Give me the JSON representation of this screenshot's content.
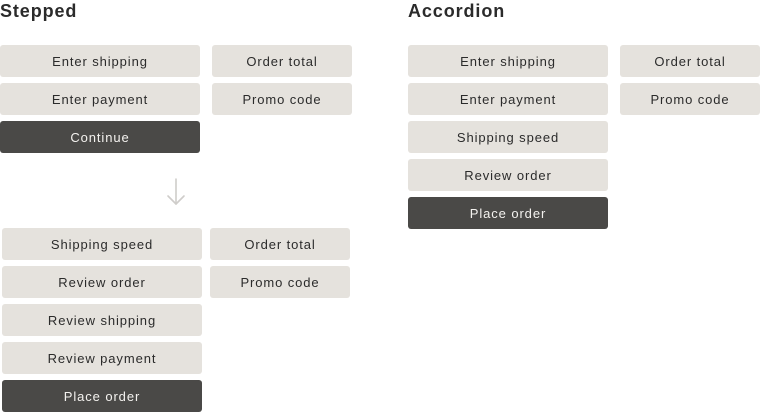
{
  "stepped": {
    "title": "Stepped",
    "step1": {
      "main": [
        "Enter shipping",
        "Enter payment"
      ],
      "cta": "Continue",
      "side": [
        "Order total",
        "Promo code"
      ]
    },
    "step2": {
      "main": [
        "Shipping speed",
        "Review order",
        "Review shipping",
        "Review payment"
      ],
      "cta": "Place order",
      "side": [
        "Order total",
        "Promo code"
      ]
    }
  },
  "accordion": {
    "title": "Accordion",
    "main": [
      "Enter shipping",
      "Enter payment",
      "Shipping speed",
      "Review order"
    ],
    "cta": "Place order",
    "side": [
      "Order total",
      "Promo code"
    ]
  },
  "icons": {
    "step_arrow": "arrow-down-icon"
  },
  "colors": {
    "box": "#e5e2dd",
    "primary": "#4a4947",
    "arrow": "#cfcdca",
    "text": "#2b2b2b"
  }
}
